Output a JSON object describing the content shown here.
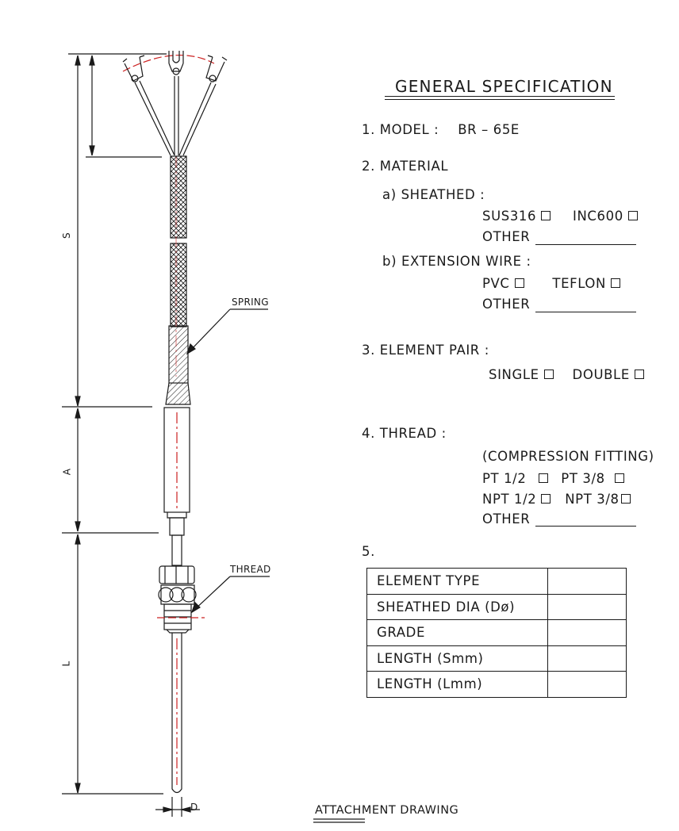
{
  "title": "GENERAL SPECIFICATION",
  "model": {
    "label": "1. MODEL :",
    "value": "BR – 65E"
  },
  "material": {
    "label": "2. MATERIAL",
    "sheathed": {
      "label": "a) SHEATHED :",
      "opt1": "SUS316",
      "opt2": "INC600",
      "other": "OTHER"
    },
    "extension": {
      "label": "b) EXTENSION WIRE :",
      "opt1": "PVC",
      "opt2": "TEFLON",
      "other": "OTHER"
    }
  },
  "element_pair": {
    "label": "3. ELEMENT PAIR :",
    "opt1": "SINGLE",
    "opt2": "DOUBLE"
  },
  "thread": {
    "label": "4. THREAD :",
    "note": "(COMPRESSION FITTING)",
    "opt1": "PT 1/2",
    "opt2": "PT 3/8",
    "opt3": "NPT 1/2",
    "opt4": "NPT 3/8",
    "other": "OTHER"
  },
  "table": {
    "label": "5.",
    "rows": [
      {
        "name": "ELEMENT TYPE",
        "value": ""
      },
      {
        "name": "SHEATHED DIA (Dø)",
        "value": ""
      },
      {
        "name": "GRADE",
        "value": ""
      },
      {
        "name": "LENGTH (Smm)",
        "value": ""
      },
      {
        "name": "LENGTH (Lmm)",
        "value": ""
      }
    ]
  },
  "drawing": {
    "label_spring": "SPRING",
    "label_thread": "THREAD",
    "dim_s": "S",
    "dim_a": "A",
    "dim_l": "L",
    "dim_d": "D",
    "caption": "ATTACHMENT DRAWING",
    "accent_color": "#cc2222",
    "line_color": "#1a1a1a"
  }
}
